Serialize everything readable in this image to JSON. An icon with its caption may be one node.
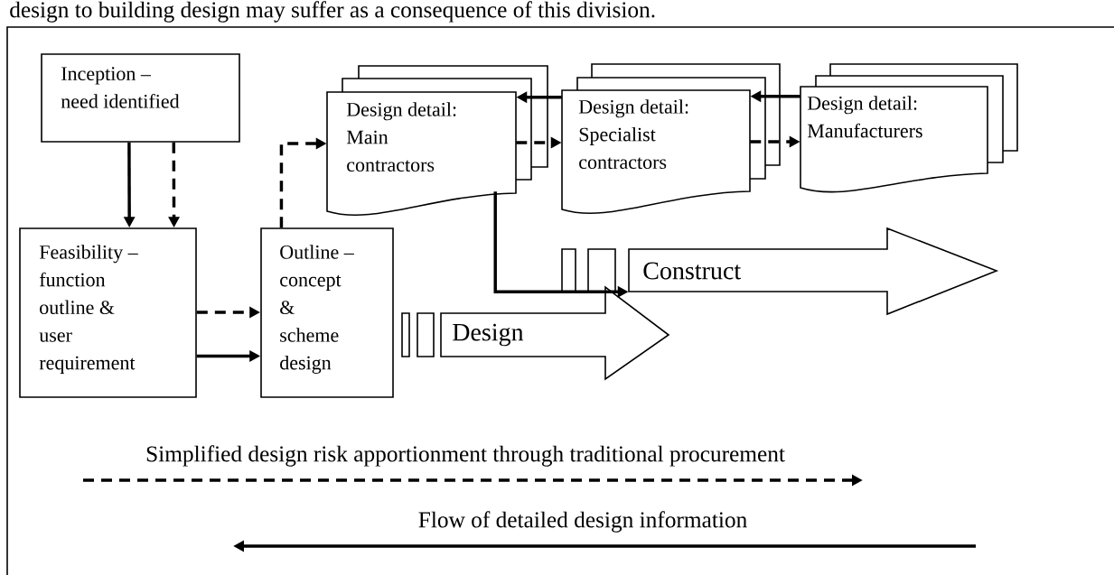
{
  "diagram": {
    "nodes": [
      {
        "text": [
          "Inception – need identified"
        ]
      },
      {
        "text": [
          "Feasibility – function outline & user requirement"
        ]
      },
      {
        "text": [
          "Outline – concept & scheme design"
        ]
      },
      {
        "text": [
          "Design detail: Main contractors"
        ]
      },
      {
        "text": [
          "Design detail: Specialist contractors"
        ]
      },
      {
        "text": [
          "Design detail: Manufacturers"
        ]
      },
      {
        "text": [
          "Design"
        ]
      },
      {
        "text": [
          "Construct"
        ]
      }
    ],
    "edges": [
      {
        "from": 0,
        "to": 1,
        "arrow": "to"
      },
      {
        "from": 0,
        "to": 1,
        "arrow": "to",
        "style": "dashed"
      },
      {
        "from": 1,
        "to": 2,
        "arrow": "to",
        "style": "dashed"
      },
      {
        "from": 1,
        "to": 2,
        "arrow": "to"
      },
      {
        "from": 2,
        "to": 3,
        "arrow": "to",
        "style": "dashed"
      },
      {
        "from": 3,
        "to": 4,
        "arrow": "to",
        "style": "dashed"
      },
      {
        "from": 4,
        "to": 5,
        "arrow": "to",
        "style": "dashed"
      },
      {
        "from": 5,
        "to": 4,
        "arrow": "to"
      },
      {
        "from": 4,
        "to": 3,
        "arrow": "to"
      },
      {
        "from": 3,
        "to": 7,
        "arrow": "to"
      }
    ],
    "labels": [
      "design to building design may suffer as a consequence of this division."
    ],
    "legend": [
      {
        "text": "Simplified design risk apportionment through traditional procurement"
      },
      {
        "text": "Flow of detailed design information"
      }
    ]
  }
}
